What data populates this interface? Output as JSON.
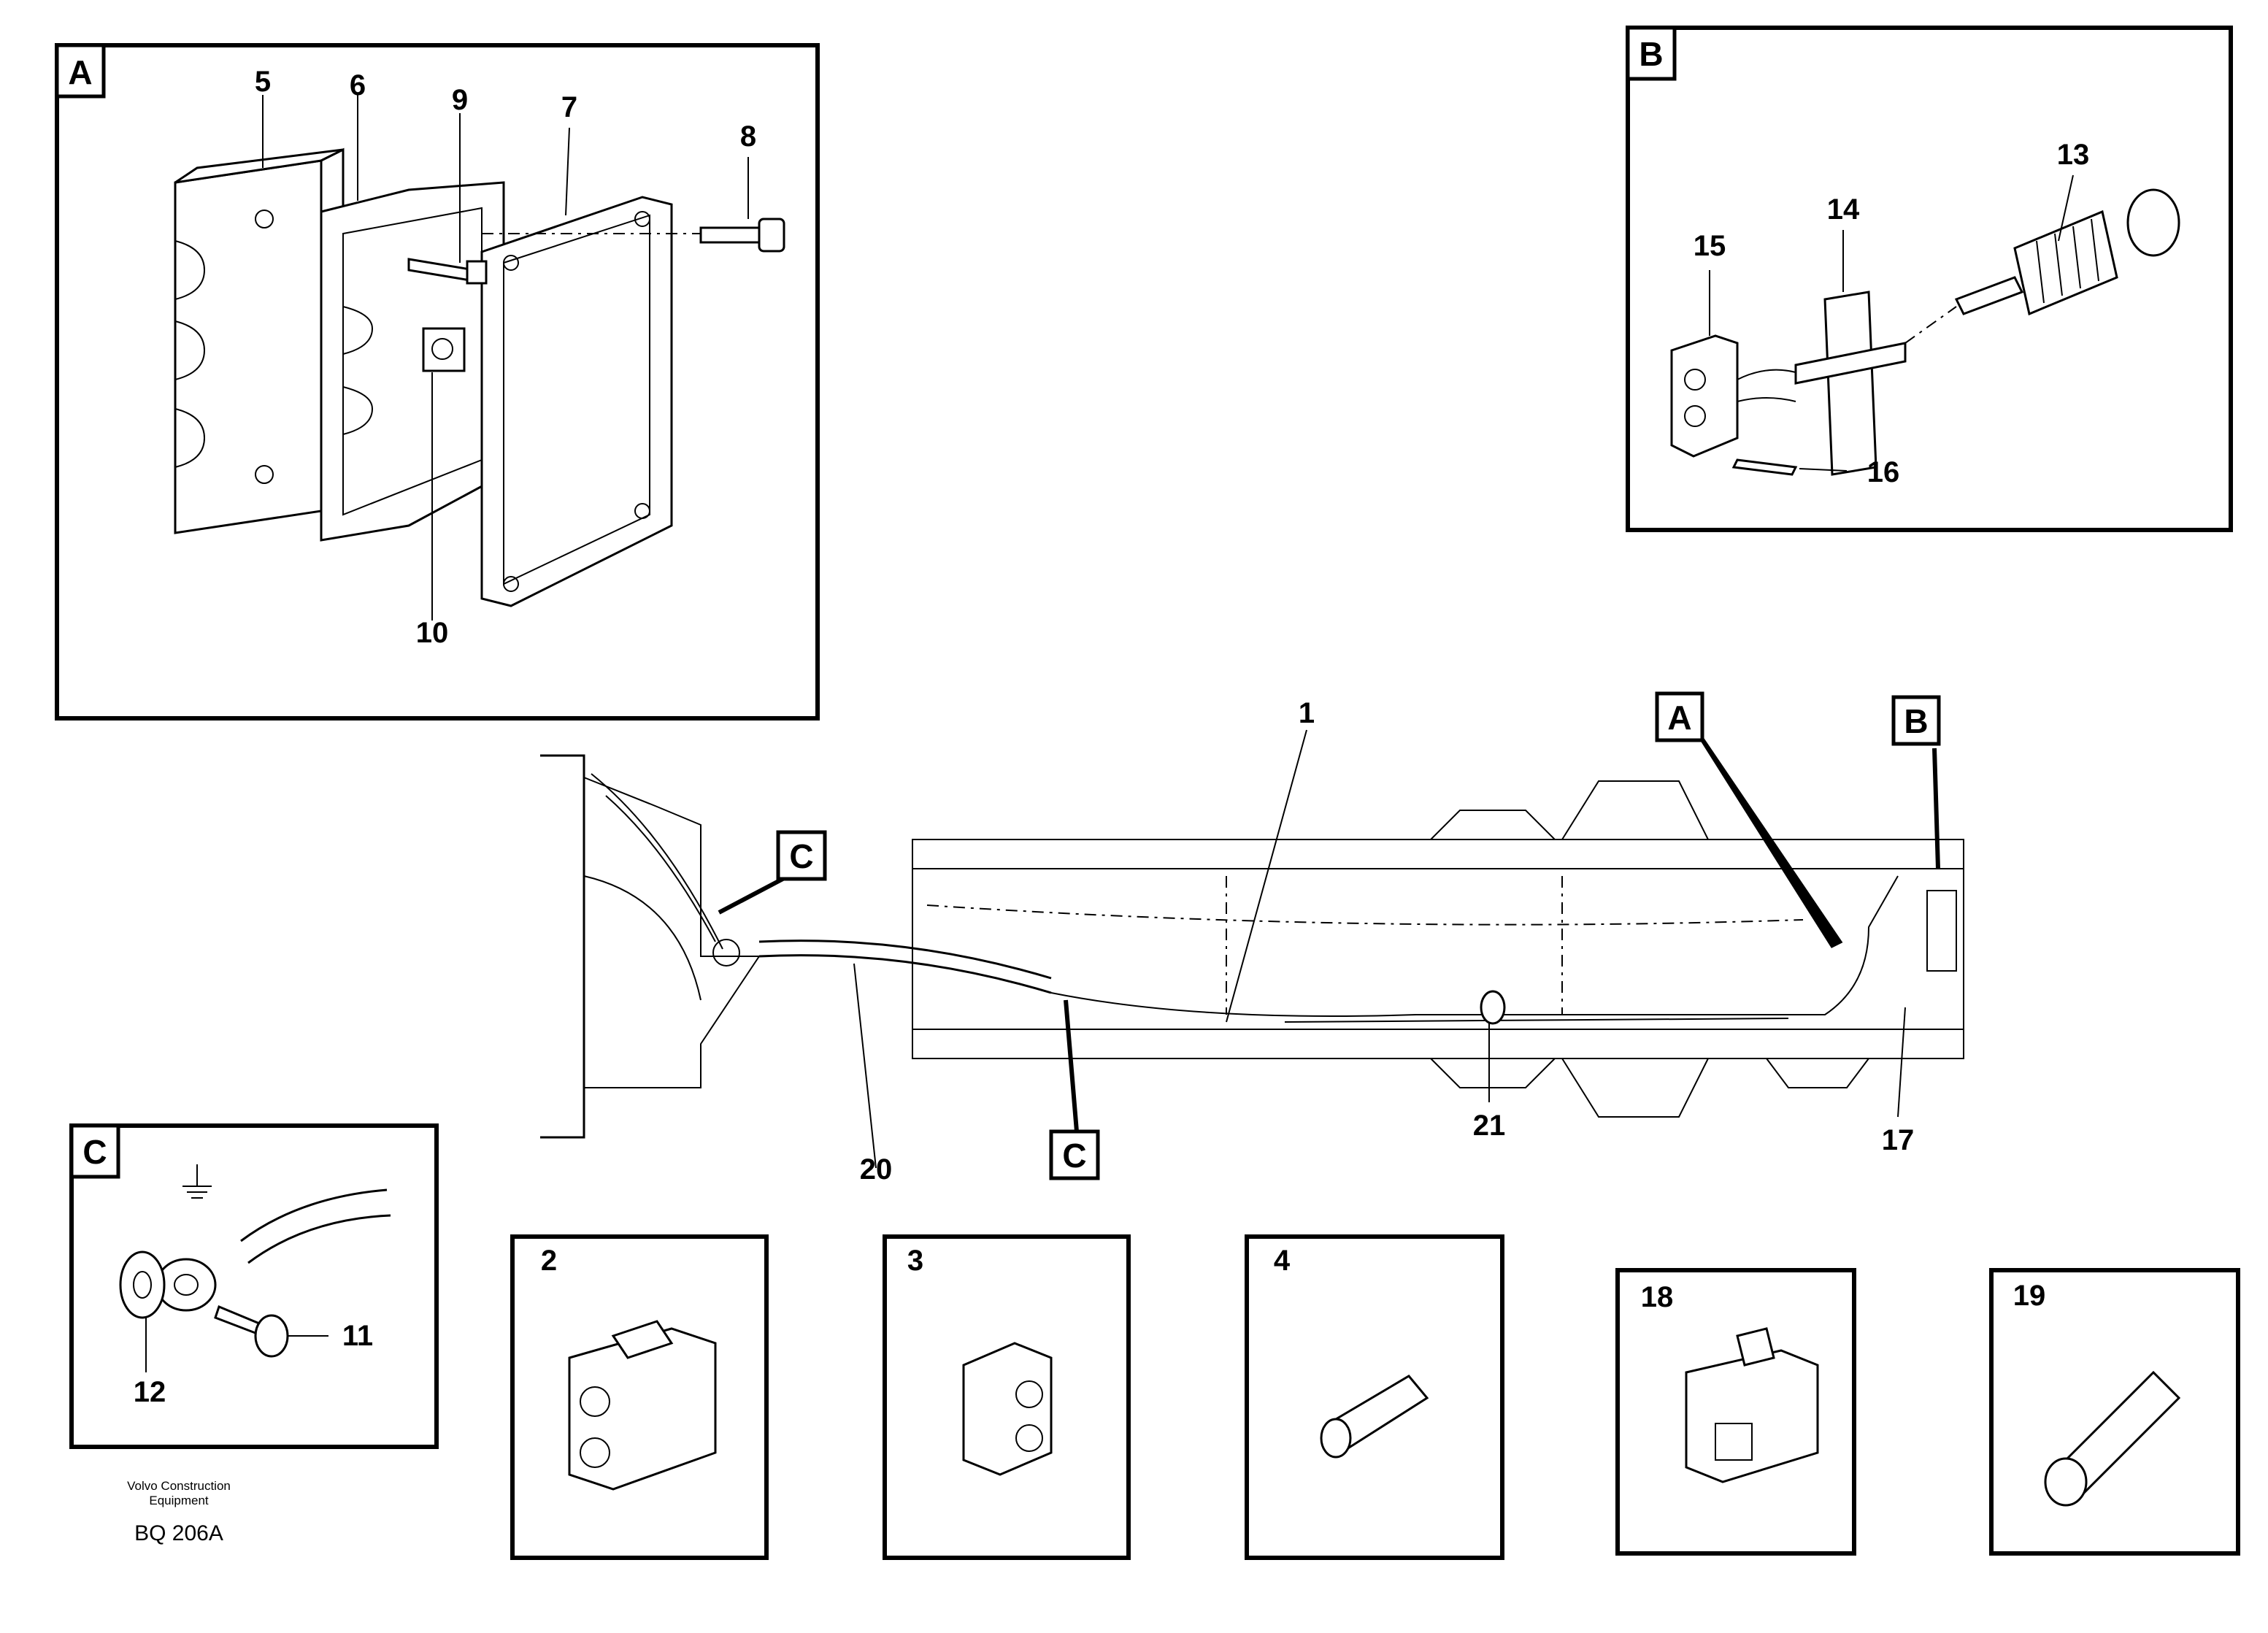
{
  "panels": {
    "a": {
      "tag": "A",
      "callouts": [
        "5",
        "6",
        "9",
        "7",
        "8",
        "10"
      ]
    },
    "b": {
      "tag": "B",
      "callouts": [
        "13",
        "14",
        "15",
        "16"
      ]
    },
    "c": {
      "tag": "C",
      "callouts": [
        "11",
        "12"
      ]
    }
  },
  "main": {
    "callouts": [
      "1",
      "20",
      "21",
      "17"
    ],
    "refs": [
      "A",
      "B",
      "C",
      "C"
    ]
  },
  "parts": [
    {
      "id": "2"
    },
    {
      "id": "3"
    },
    {
      "id": "4"
    },
    {
      "id": "18"
    },
    {
      "id": "19"
    }
  ],
  "footer": {
    "company_line1": "Volvo Construction",
    "company_line2": "Equipment",
    "code": "BQ 206A"
  },
  "icons": [
    "ground-symbol-icon"
  ]
}
